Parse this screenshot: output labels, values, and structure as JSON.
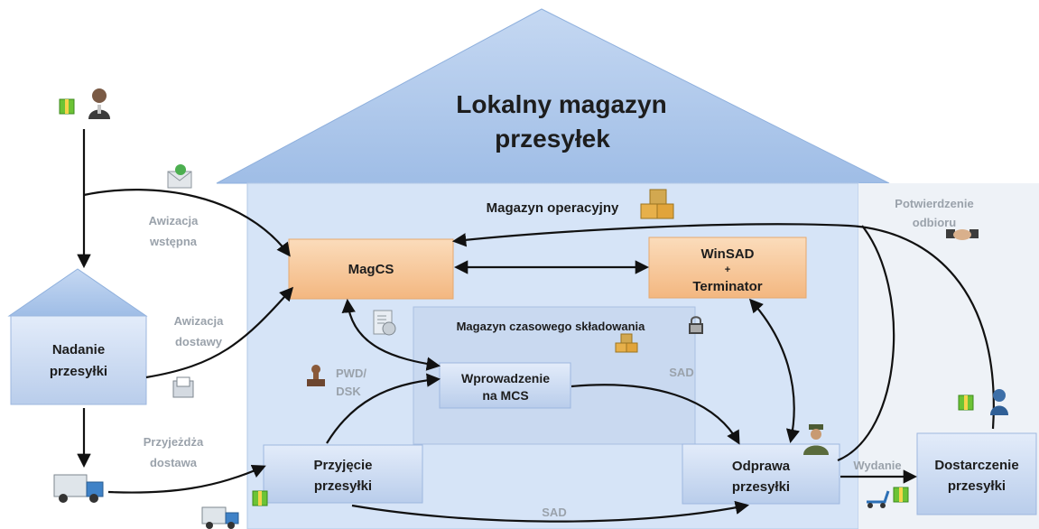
{
  "roof_title": [
    "Lokalny magazyn",
    "przesyłek"
  ],
  "operational_warehouse": {
    "label": "Magazyn operacyjny"
  },
  "temporary_storage": {
    "label": "Magazyn czasowego składowania"
  },
  "boxes": {
    "magcs": "MagCS",
    "winsad_line1": "WinSAD",
    "winsad_plus": "+",
    "winsad_line2": "Terminator",
    "nadanie": [
      "Nadanie",
      "przesyłki"
    ],
    "wprowadzenie": [
      "Wprowadzenie",
      "na MCS"
    ],
    "przyjecie": [
      "Przyjęcie",
      "przesyłki"
    ],
    "odprawa": [
      "Odprawa",
      "przesyłki"
    ],
    "dostarczenie": [
      "Dostarczenie",
      "przesyłki"
    ]
  },
  "labels": {
    "awizacja_wstepna": [
      "Awizacja",
      "wstępna"
    ],
    "awizacja_dostawy": [
      "Awizacja",
      "dostawy"
    ],
    "przyjezdza_dostawa": [
      "Przyjeżdża",
      "dostawa"
    ],
    "pwd_dsk": [
      "PWD/",
      "DSK"
    ],
    "sad_upper": "SAD",
    "sad_lower": "SAD",
    "potwierdzenie": [
      "Potwierdzenie",
      "odbioru"
    ],
    "wydanie": "Wydanie"
  },
  "colors": {
    "roof": "#aec6ea",
    "building": "#d6e4f7",
    "building_right": "#e9eef5",
    "box_fill": "#cfdcf2",
    "orange_box": "#f8c99a",
    "label_gray": "#9aa2ab"
  },
  "icons": [
    "package-icon",
    "person-icon",
    "mail-icon",
    "document-icon",
    "truck-icon",
    "boxes-icon",
    "lock-icon",
    "stamp-icon",
    "customs-officer-icon",
    "handshake-icon",
    "pallet-jack-icon",
    "courier-icon"
  ]
}
